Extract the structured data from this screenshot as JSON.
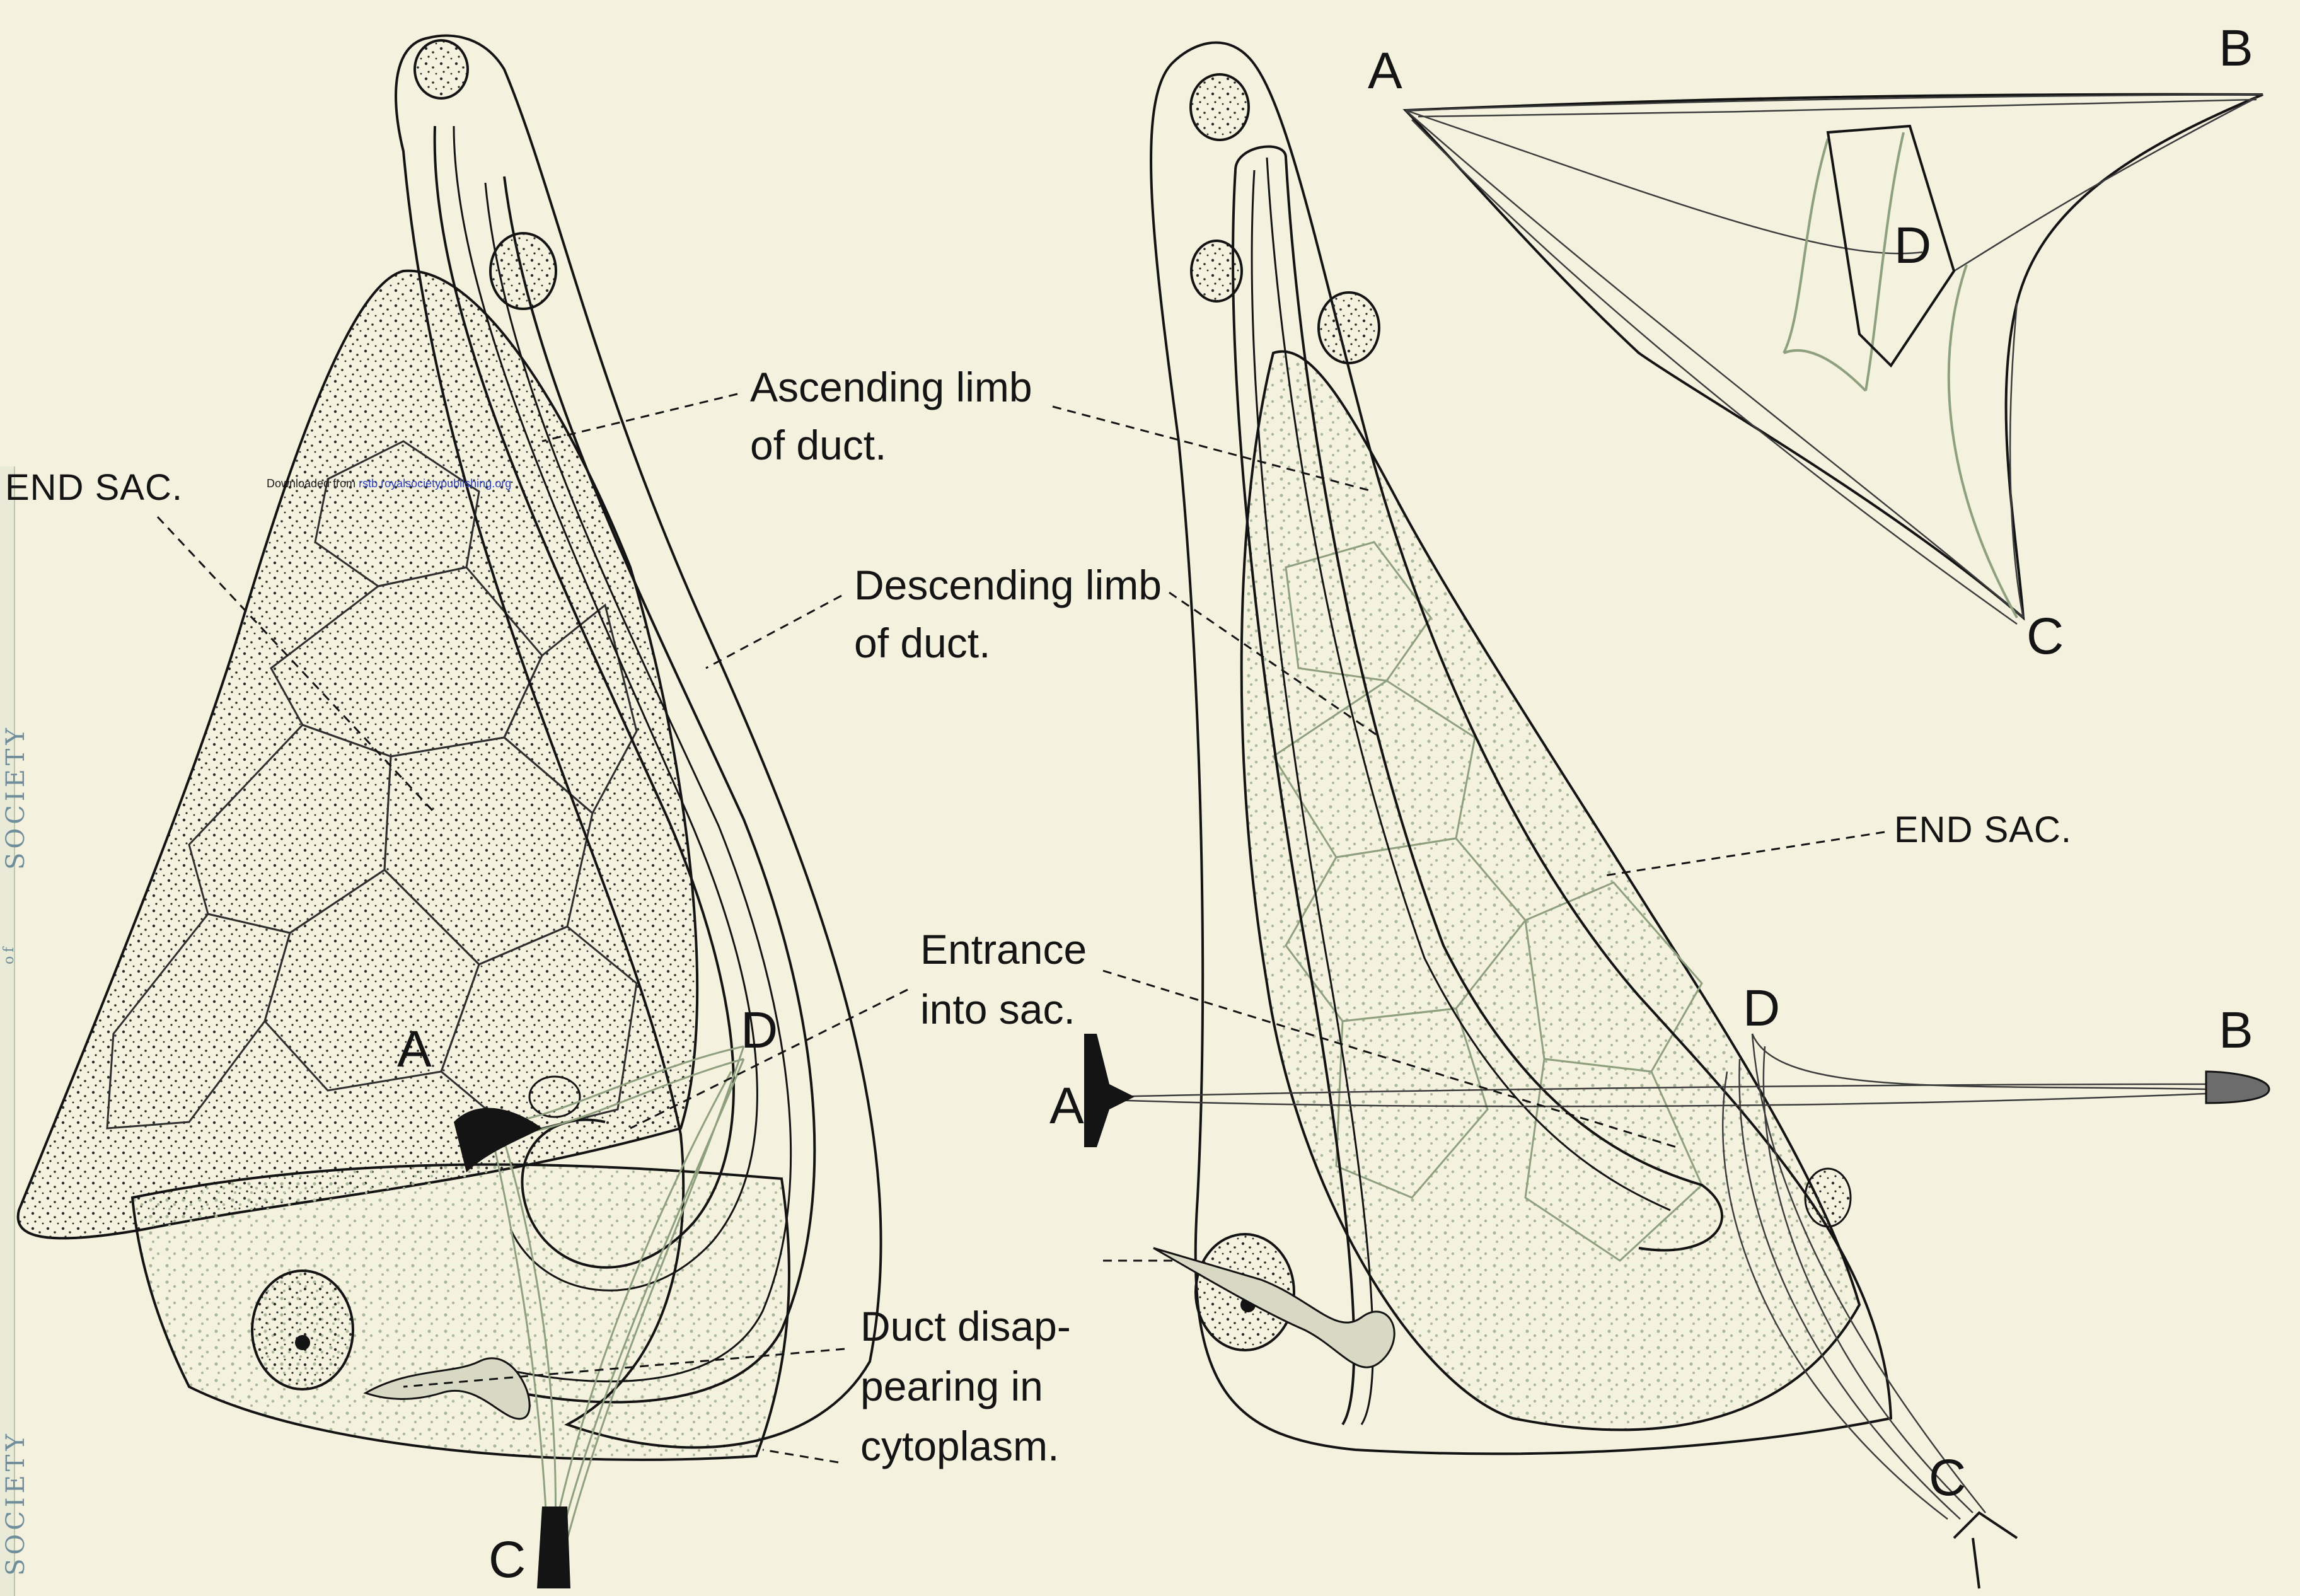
{
  "side_text": {
    "top": "SOCIETY",
    "middle": "of",
    "bottom": "SOCIETY"
  },
  "download_note": {
    "prefix": "Downloaded from",
    "link": "rstb.royalsocietypublishing.org"
  },
  "left_figure": {
    "end_sac_label": "END SAC.",
    "ascending_label_line1": "Ascending limb",
    "ascending_label_line2": "of duct.",
    "descending_label_line1": "Descending limb",
    "descending_label_line2": "of duct.",
    "entrance_label_line1": "Entrance",
    "entrance_label_line2": "into sac.",
    "duct_disappearing_line1": "Duct disap-",
    "duct_disappearing_line2": "pearing in",
    "duct_disappearing_line3": "cytoplasm.",
    "point_a": "A",
    "point_d": "D",
    "point_c": "C"
  },
  "right_figure": {
    "end_sac_label": "END SAC.",
    "point_a": "A",
    "point_b": "B",
    "point_c": "C",
    "point_d": "D"
  },
  "inset_figure": {
    "point_a": "A",
    "point_b": "B",
    "point_c": "C",
    "point_d": "D"
  },
  "colors": {
    "paper": "#f4f1de",
    "ink": "#141414",
    "green_tissue": "#a9b89a",
    "stipple": "#2a2a2a"
  }
}
